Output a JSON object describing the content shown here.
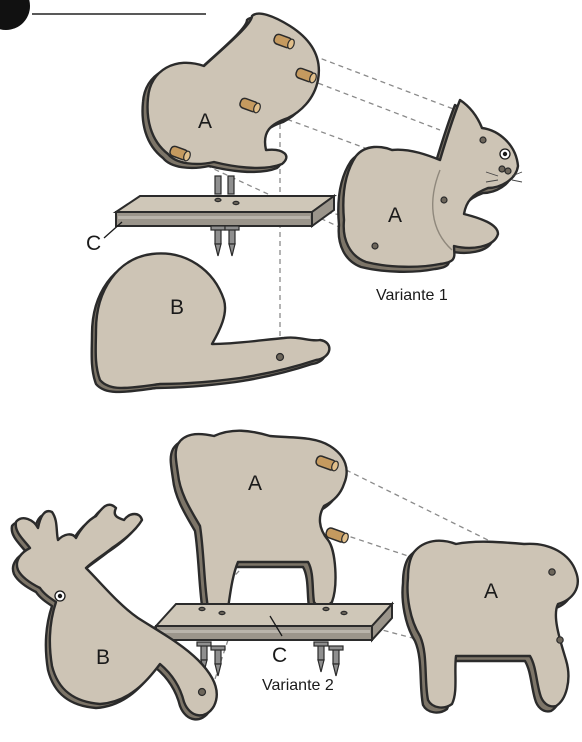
{
  "variant1": {
    "caption": "Variante 1",
    "parts": {
      "a_upper": "A",
      "a_side": "A",
      "b": "B",
      "c": "C"
    }
  },
  "variant2": {
    "caption": "Variante 2",
    "parts": {
      "a_upper": "A",
      "a_side": "A",
      "b": "B",
      "c": "C"
    }
  },
  "colors": {
    "wood": "#cdc4b5",
    "dowel": "#c59a5f",
    "board_side": "#9b958b",
    "outline": "#2b2b2b"
  }
}
